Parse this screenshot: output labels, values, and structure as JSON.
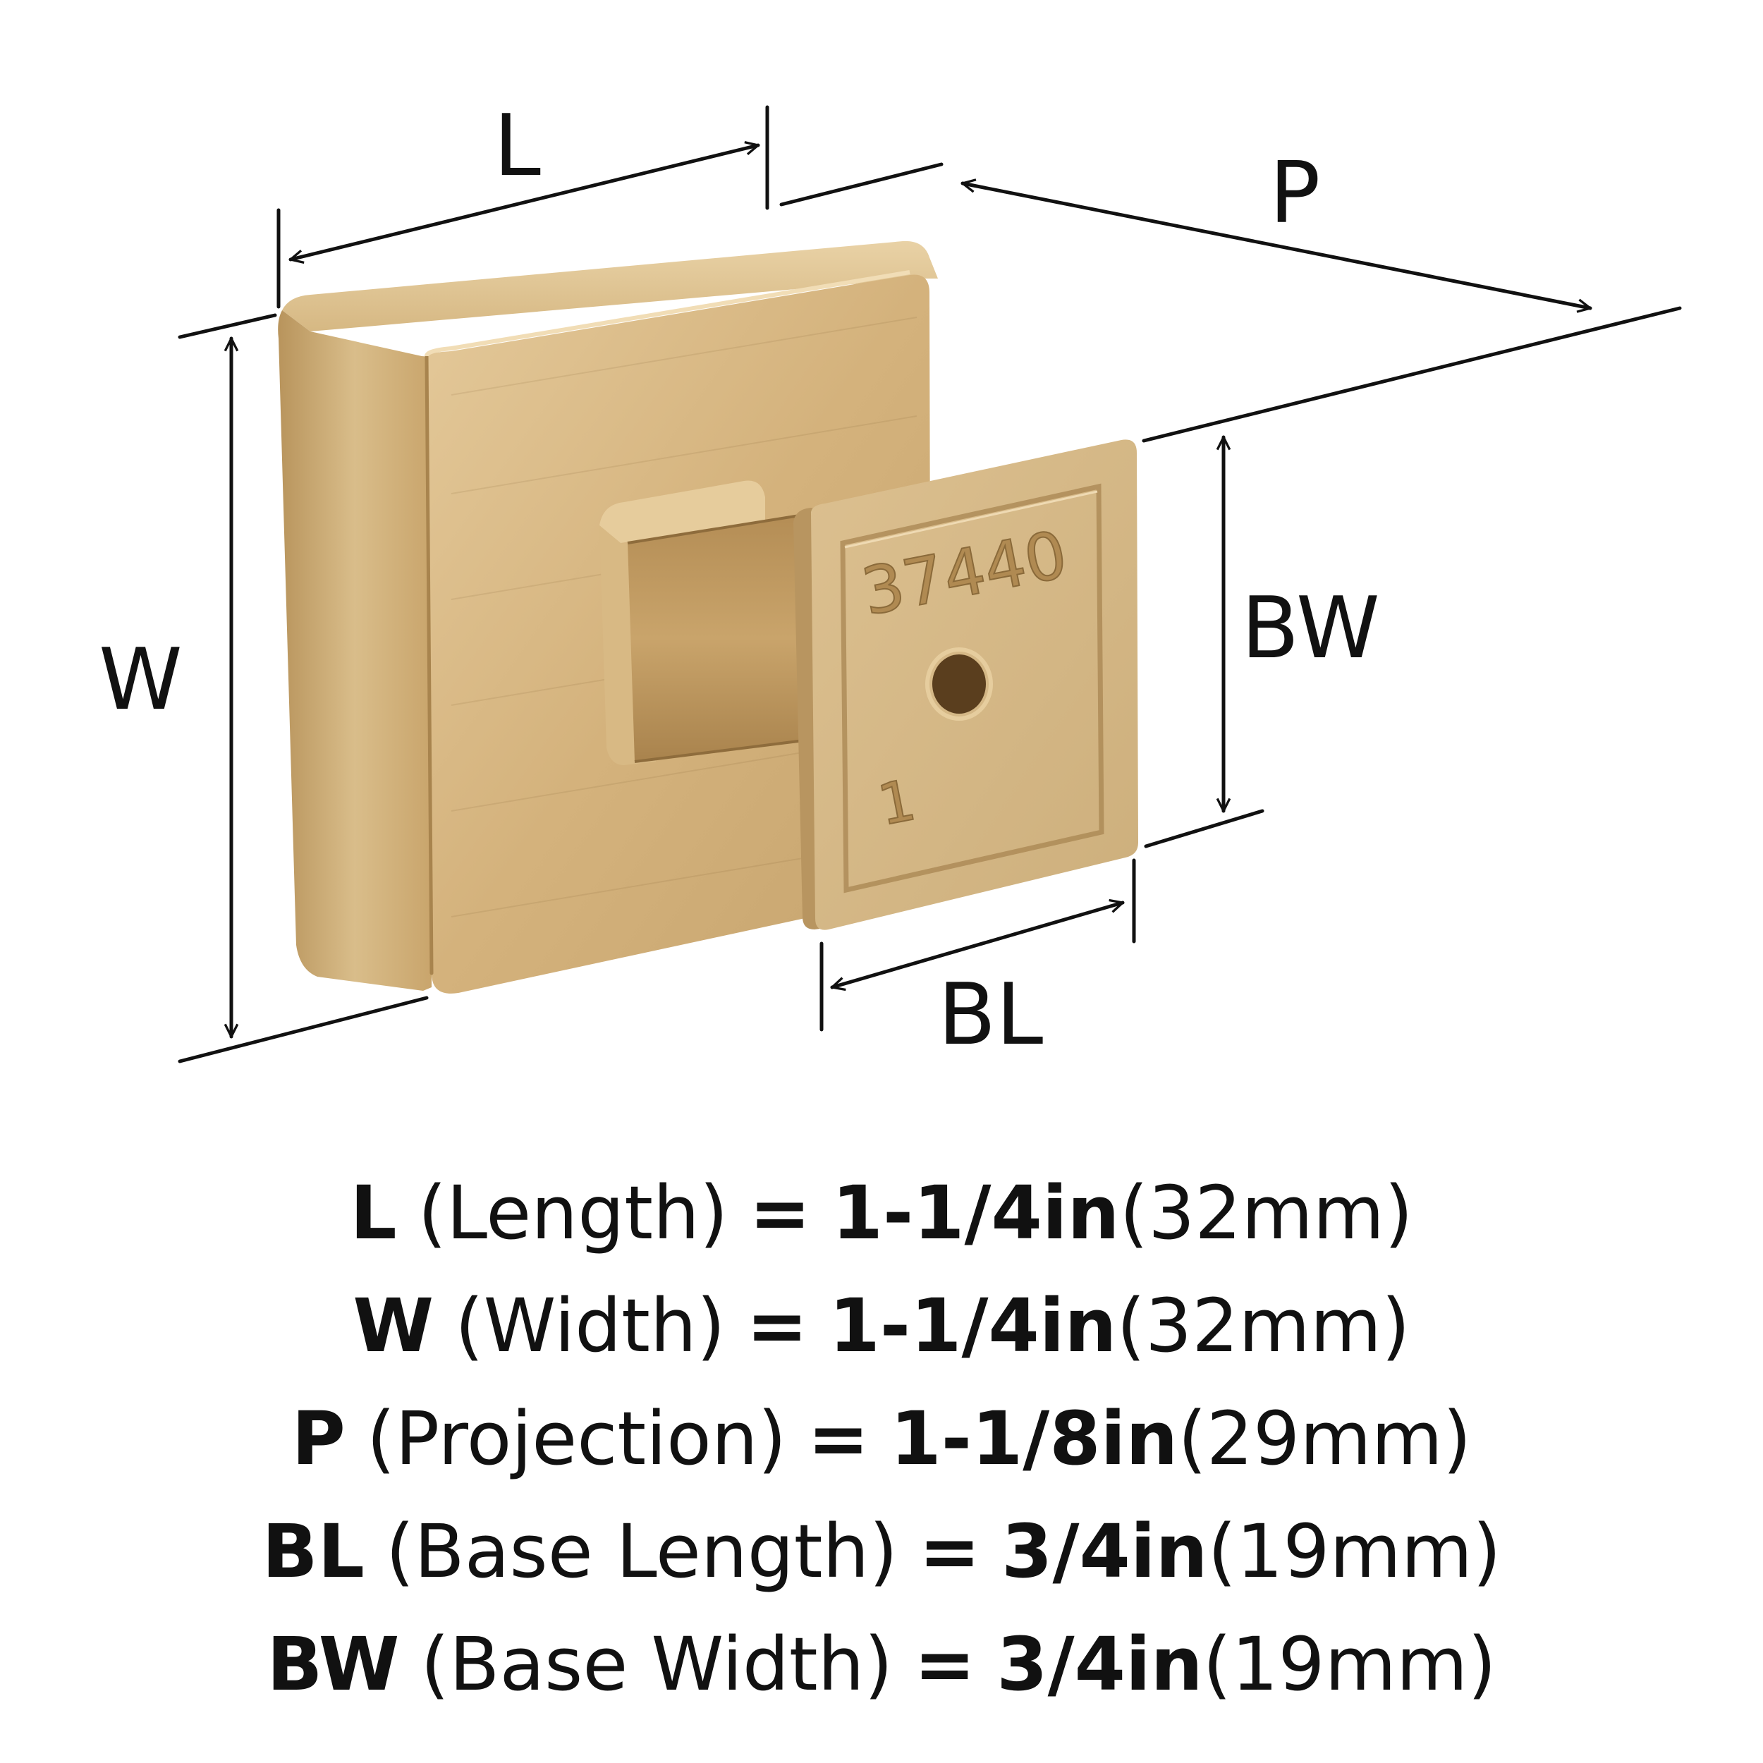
{
  "diagram": {
    "labels": {
      "L": "L",
      "P": "P",
      "W": "W",
      "BW": "BW",
      "BL": "BL"
    },
    "engraving": {
      "part_number": "37440",
      "mark": "1"
    },
    "colors": {
      "finish_light": "#dcc08f",
      "finish_mid": "#c4a06a",
      "finish_dark": "#9c7a45",
      "line": "#111111"
    }
  },
  "specs": [
    {
      "abbr": "L",
      "name": "(Length)",
      "eq": "=",
      "imperial": "1-1/4in",
      "metric": "(32mm)"
    },
    {
      "abbr": "W",
      "name": "(Width)",
      "eq": "=",
      "imperial": "1-1/4in",
      "metric": "(32mm)"
    },
    {
      "abbr": "P",
      "name": "(Projection)",
      "eq": "=",
      "imperial": "1-1/8in",
      "metric": "(29mm)"
    },
    {
      "abbr": "BL",
      "name": "(Base Length)",
      "eq": "=",
      "imperial": "3/4in",
      "metric": "(19mm)"
    },
    {
      "abbr": "BW",
      "name": "(Base Width)",
      "eq": "=",
      "imperial": "3/4in",
      "metric": "(19mm)"
    }
  ]
}
